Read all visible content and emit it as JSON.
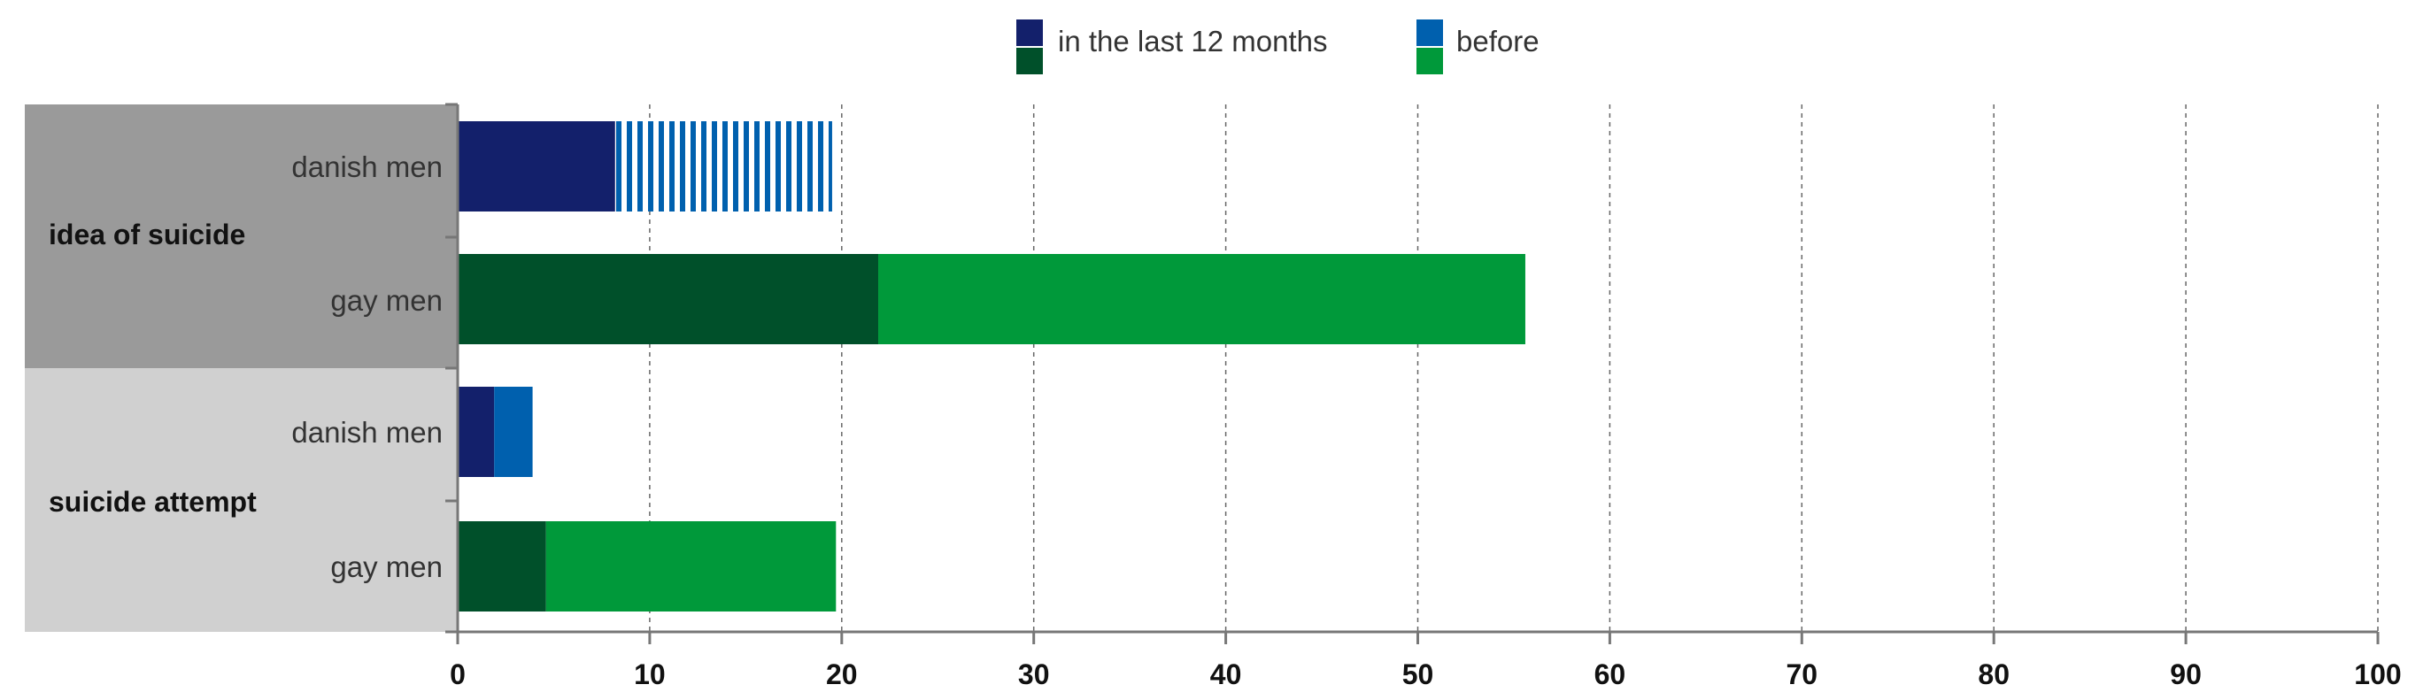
{
  "chart_data": {
    "type": "bar",
    "orientation": "horizontal",
    "stacked": true,
    "legend": {
      "position": "top-center",
      "entries": [
        {
          "label": "in the last 12 months",
          "colors": [
            "#13206b",
            "#00502a"
          ]
        },
        {
          "label": "before",
          "colors": [
            "#0060ae",
            "#00993a"
          ]
        }
      ]
    },
    "groups": [
      {
        "label": "idea of suicide",
        "background": "#9a9a9a",
        "rows": [
          {
            "label": "danish men",
            "last12": 8.2,
            "before": 11.3,
            "before_pattern": "striped",
            "colors": {
              "last12": "#13206b",
              "before": "#0060ae"
            }
          },
          {
            "label": "gay men",
            "last12": 21.9,
            "before": 33.7,
            "colors": {
              "last12": "#00502a",
              "before": "#00993a"
            }
          }
        ]
      },
      {
        "label": "suicide attempt",
        "background": "#d0d0d0",
        "rows": [
          {
            "label": "danish men",
            "last12": 1.9,
            "before": 2.0,
            "colors": {
              "last12": "#13206b",
              "before": "#0060ae"
            }
          },
          {
            "label": "gay men",
            "last12": 4.6,
            "before": 15.1,
            "colors": {
              "last12": "#00502a",
              "before": "#00993a"
            }
          }
        ]
      }
    ],
    "x_axis": {
      "min": 0,
      "max": 100,
      "ticks": [
        0,
        10,
        20,
        30,
        40,
        50,
        60,
        70,
        80,
        90,
        100
      ],
      "tick_labels": [
        "0",
        "10",
        "20",
        "30",
        "40",
        "50",
        "60",
        "70",
        "80",
        "90",
        "100"
      ],
      "grid": "dashed-vertical"
    }
  }
}
